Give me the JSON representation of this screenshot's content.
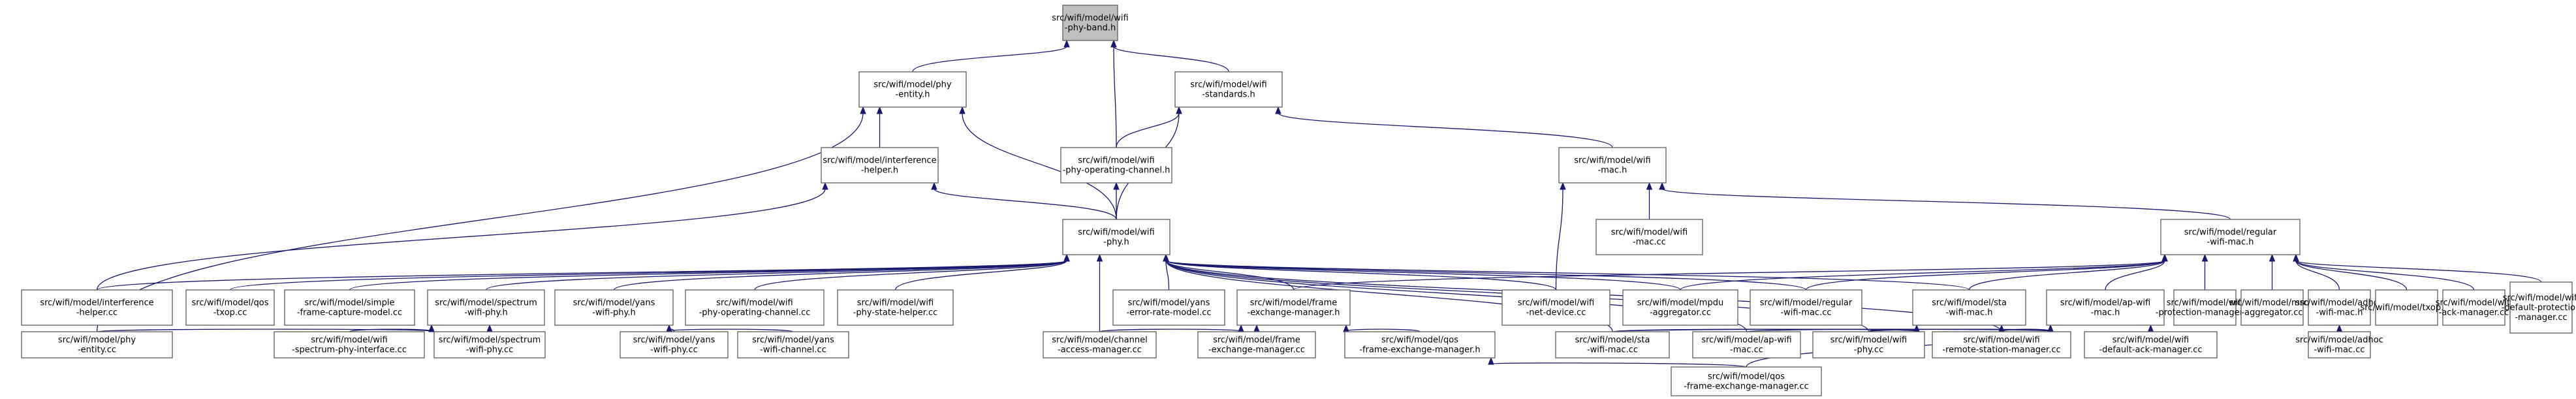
{
  "diagram": {
    "type": "include-dependency-graph",
    "colors": {
      "edge": "#191970",
      "node_border": "#666666",
      "root_fill": "#bfbfbf",
      "node_fill": "#ffffff",
      "text": "#000000"
    },
    "nodes": [
      {
        "id": "n0",
        "lines": [
          "src/wifi/model/wifi",
          "-phy-band.h"
        ],
        "root": true
      },
      {
        "id": "n1",
        "lines": [
          "src/wifi/model/phy",
          "-entity.h"
        ]
      },
      {
        "id": "n2",
        "lines": [
          "src/wifi/model/wifi",
          "-standards.h"
        ]
      },
      {
        "id": "n3",
        "lines": [
          "src/wifi/model/interference",
          "-helper.h"
        ]
      },
      {
        "id": "n4",
        "lines": [
          "src/wifi/model/wifi",
          "-phy-operating-channel.h"
        ]
      },
      {
        "id": "n5",
        "lines": [
          "src/wifi/model/wifi",
          "-mac.h"
        ]
      },
      {
        "id": "n6",
        "lines": [
          "src/wifi/model/wifi",
          "-phy.h"
        ]
      },
      {
        "id": "n7",
        "lines": [
          "src/wifi/model/wifi",
          "-mac.cc"
        ]
      },
      {
        "id": "n8",
        "lines": [
          "src/wifi/model/regular",
          "-wifi-mac.h"
        ]
      },
      {
        "id": "n9",
        "lines": [
          "src/wifi/model/interference",
          "-helper.cc"
        ]
      },
      {
        "id": "n10",
        "lines": [
          "src/wifi/model/qos",
          "-txop.cc"
        ]
      },
      {
        "id": "n11",
        "lines": [
          "src/wifi/model/simple",
          "-frame-capture-model.cc"
        ]
      },
      {
        "id": "n12",
        "lines": [
          "src/wifi/model/spectrum",
          "-wifi-phy.h"
        ]
      },
      {
        "id": "n13",
        "lines": [
          "src/wifi/model/yans",
          "-wifi-phy.h"
        ]
      },
      {
        "id": "n14",
        "lines": [
          "src/wifi/model/wifi",
          "-phy-operating-channel.cc"
        ]
      },
      {
        "id": "n15",
        "lines": [
          "src/wifi/model/wifi",
          "-phy-state-helper.cc"
        ]
      },
      {
        "id": "n16",
        "lines": [
          "src/wifi/model/yans",
          "-error-rate-model.cc"
        ]
      },
      {
        "id": "n17",
        "lines": [
          "src/wifi/model/frame",
          "-exchange-manager.h"
        ]
      },
      {
        "id": "n18",
        "lines": [
          "src/wifi/model/wifi",
          "-net-device.cc"
        ]
      },
      {
        "id": "n19",
        "lines": [
          "src/wifi/model/mpdu",
          "-aggregator.cc"
        ]
      },
      {
        "id": "n20",
        "lines": [
          "src/wifi/model/regular",
          "-wifi-mac.cc"
        ]
      },
      {
        "id": "n21",
        "lines": [
          "src/wifi/model/sta",
          "-wifi-mac.h"
        ]
      },
      {
        "id": "n22",
        "lines": [
          "src/wifi/model/ap-wifi",
          "-mac.h"
        ]
      },
      {
        "id": "n23",
        "lines": [
          "src/wifi/model/wifi",
          "-protection-manager.cc"
        ]
      },
      {
        "id": "n24",
        "lines": [
          "src/wifi/model/msdu",
          "-aggregator.cc"
        ]
      },
      {
        "id": "n25",
        "lines": [
          "src/wifi/model/adhoc",
          "-wifi-mac.h"
        ]
      },
      {
        "id": "n26",
        "lines": [
          "src/wifi/model/txop.cc"
        ]
      },
      {
        "id": "n27",
        "lines": [
          "src/wifi/model/wifi",
          "-ack-manager.cc"
        ]
      },
      {
        "id": "n28",
        "lines": [
          "src/wifi/model/wifi",
          "-default-protection",
          "-manager.cc"
        ]
      },
      {
        "id": "n29",
        "lines": [
          "src/wifi/model/phy",
          "-entity.cc"
        ]
      },
      {
        "id": "n30",
        "lines": [
          "src/wifi/model/wifi",
          "-spectrum-phy-interface.cc"
        ]
      },
      {
        "id": "n31",
        "lines": [
          "src/wifi/model/spectrum",
          "-wifi-phy.cc"
        ]
      },
      {
        "id": "n32",
        "lines": [
          "src/wifi/model/yans",
          "-wifi-phy.cc"
        ]
      },
      {
        "id": "n33",
        "lines": [
          "src/wifi/model/yans",
          "-wifi-channel.cc"
        ]
      },
      {
        "id": "n34",
        "lines": [
          "src/wifi/model/channel",
          "-access-manager.cc"
        ]
      },
      {
        "id": "n35",
        "lines": [
          "src/wifi/model/frame",
          "-exchange-manager.cc"
        ]
      },
      {
        "id": "n36",
        "lines": [
          "src/wifi/model/qos",
          "-frame-exchange-manager.h"
        ]
      },
      {
        "id": "n37",
        "lines": [
          "src/wifi/model/sta",
          "-wifi-mac.cc"
        ]
      },
      {
        "id": "n38",
        "lines": [
          "src/wifi/model/ap-wifi",
          "-mac.cc"
        ]
      },
      {
        "id": "n39",
        "lines": [
          "src/wifi/model/wifi",
          "-phy.cc"
        ]
      },
      {
        "id": "n40",
        "lines": [
          "src/wifi/model/wifi",
          "-remote-station-manager.cc"
        ]
      },
      {
        "id": "n41",
        "lines": [
          "src/wifi/model/wifi",
          "-default-ack-manager.cc"
        ]
      },
      {
        "id": "n42",
        "lines": [
          "src/wifi/model/adhoc",
          "-wifi-mac.cc"
        ]
      },
      {
        "id": "n43",
        "lines": [
          "src/wifi/model/qos",
          "-frame-exchange-manager.cc"
        ]
      }
    ],
    "edges": [
      [
        "n0",
        "n1"
      ],
      [
        "n0",
        "n2"
      ],
      [
        "n0",
        "n4"
      ],
      [
        "n1",
        "n3"
      ],
      [
        "n1",
        "n6"
      ],
      [
        "n1",
        "n29"
      ],
      [
        "n2",
        "n4"
      ],
      [
        "n2",
        "n6"
      ],
      [
        "n2",
        "n5"
      ],
      [
        "n3",
        "n6"
      ],
      [
        "n3",
        "n9"
      ],
      [
        "n4",
        "n6"
      ],
      [
        "n5",
        "n7"
      ],
      [
        "n5",
        "n8"
      ],
      [
        "n5",
        "n18"
      ],
      [
        "n6",
        "n9"
      ],
      [
        "n6",
        "n10"
      ],
      [
        "n6",
        "n11"
      ],
      [
        "n6",
        "n12"
      ],
      [
        "n6",
        "n13"
      ],
      [
        "n6",
        "n14"
      ],
      [
        "n6",
        "n15"
      ],
      [
        "n6",
        "n16"
      ],
      [
        "n6",
        "n17"
      ],
      [
        "n6",
        "n18"
      ],
      [
        "n6",
        "n19"
      ],
      [
        "n6",
        "n20"
      ],
      [
        "n6",
        "n21"
      ],
      [
        "n6",
        "n34"
      ],
      [
        "n6",
        "n37"
      ],
      [
        "n6",
        "n38"
      ],
      [
        "n6",
        "n39"
      ],
      [
        "n6",
        "n40"
      ],
      [
        "n8",
        "n17"
      ],
      [
        "n8",
        "n19"
      ],
      [
        "n8",
        "n20"
      ],
      [
        "n8",
        "n21"
      ],
      [
        "n8",
        "n22"
      ],
      [
        "n8",
        "n23"
      ],
      [
        "n8",
        "n24"
      ],
      [
        "n8",
        "n25"
      ],
      [
        "n8",
        "n26"
      ],
      [
        "n8",
        "n27"
      ],
      [
        "n8",
        "n28"
      ],
      [
        "n12",
        "n29"
      ],
      [
        "n12",
        "n30"
      ],
      [
        "n12",
        "n31"
      ],
      [
        "n13",
        "n32"
      ],
      [
        "n13",
        "n33"
      ],
      [
        "n17",
        "n34"
      ],
      [
        "n17",
        "n35"
      ],
      [
        "n17",
        "n36"
      ],
      [
        "n21",
        "n37"
      ],
      [
        "n21",
        "n39"
      ],
      [
        "n21",
        "n40"
      ],
      [
        "n22",
        "n37"
      ],
      [
        "n22",
        "n38"
      ],
      [
        "n22",
        "n39"
      ],
      [
        "n22",
        "n40"
      ],
      [
        "n22",
        "n41"
      ],
      [
        "n22",
        "n43"
      ],
      [
        "n25",
        "n42"
      ],
      [
        "n36",
        "n43"
      ]
    ]
  }
}
